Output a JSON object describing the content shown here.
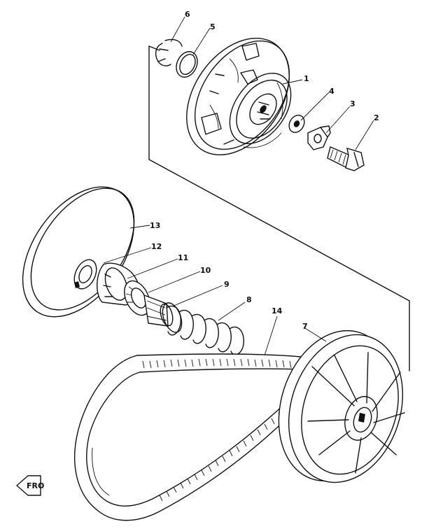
{
  "callouts": {
    "c1": "1",
    "c2": "2",
    "c3": "3",
    "c4": "4",
    "c5": "5",
    "c6": "6",
    "c7": "7",
    "c8": "8",
    "c9": "9",
    "c10": "10",
    "c11": "11",
    "c12": "12",
    "c13": "13",
    "c14": "14"
  },
  "front_badge": "FRO",
  "colors": {
    "ink": "#111111",
    "paper": "#ffffff"
  }
}
